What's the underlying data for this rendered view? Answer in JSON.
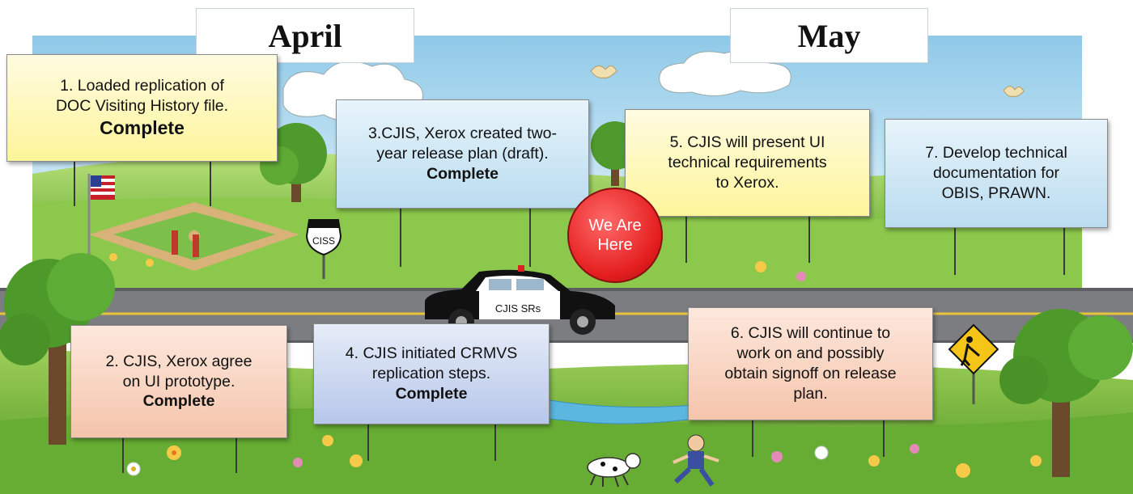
{
  "months": [
    "April",
    "May"
  ],
  "milestones": [
    {
      "number_text": "1. Loaded replication of\nDOC Visiting History file.",
      "status": "Complete"
    },
    {
      "number_text": "2. CJIS, Xerox agree\non UI prototype.",
      "status": "Complete"
    },
    {
      "number_text": "3.CJIS, Xerox created two-\nyear release plan (draft).",
      "status": "Complete"
    },
    {
      "number_text": "4. CJIS initiated CRMVS\nreplication steps.",
      "status": "Complete"
    },
    {
      "number_text": "5. CJIS will present UI\ntechnical requirements\nto Xerox.",
      "status": ""
    },
    {
      "number_text": "6. CJIS will continue to\nwork on and possibly\nobtain signoff on release\nplan.",
      "status": ""
    },
    {
      "number_text": "7. Develop technical\ndocumentation for\nOBIS, PRAWN.",
      "status": ""
    }
  ],
  "marker": {
    "label": "We Are\nHere"
  },
  "car": {
    "label": "CJIS SRs"
  },
  "road_sign": {
    "label": "CISS"
  },
  "colors": {
    "sky": "#bfe0f2",
    "grass_light": "#a6d565",
    "grass_dark": "#62a82e",
    "road": "#7b7d80",
    "road_line": "#e8c43a",
    "marker_red": "#e51f1f",
    "sign_yellow": "#fdf59a",
    "sign_blue": "#b9dcef",
    "sign_peach": "#f5c4ab",
    "sign_lavender": "#b7c7ea"
  },
  "icons": [
    "flag-icon",
    "baseball-field-icon",
    "police-car-icon",
    "construction-sign-icon",
    "bird-icon",
    "tree-icon",
    "dog-icon",
    "boy-icon",
    "flower-icon",
    "pond-icon",
    "cloud-icon"
  ]
}
